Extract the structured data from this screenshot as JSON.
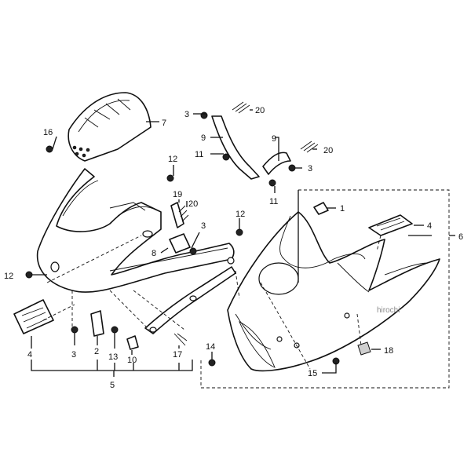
{
  "labels": {
    "n1": "1",
    "n2": "2",
    "n3a": "3",
    "n3b": "3",
    "n3c": "3",
    "n3d": "3",
    "n4a": "4",
    "n4b": "4",
    "n5": "5",
    "n6": "6",
    "n7": "7",
    "n8": "8",
    "n9a": "9",
    "n9b": "9",
    "n10": "10",
    "n11a": "11",
    "n11b": "11",
    "n12a": "12",
    "n12b": "12",
    "n12c": "12",
    "n13": "13",
    "n14": "14",
    "n15": "15",
    "n16": "16",
    "n17": "17",
    "n18": "18",
    "n19": "19",
    "n20a": "20",
    "n20b": "20",
    "n20c": "20"
  },
  "watermark": "hirochi"
}
